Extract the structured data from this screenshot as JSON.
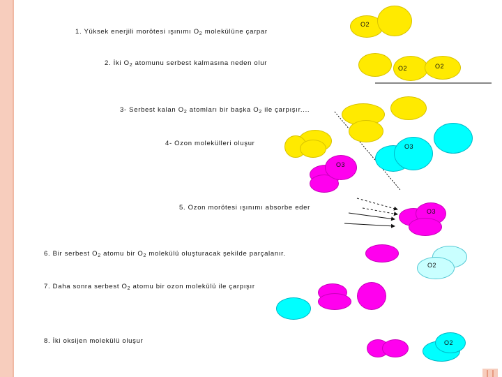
{
  "steps": {
    "s1": "1. Yüksek enerjili morötesi ışınımı O",
    "s1_sub": "2",
    "s1_tail": " molekülüne çarpar",
    "s2": "2. İki O",
    "s2_sub": "2",
    "s2_tail": " atomunu serbest kalmasına neden olur",
    "s3": "3- Serbest kalan O",
    "s3_sub": "2",
    "s3_mid": " atomları bir başka O",
    "s3_sub2": "2",
    "s3_tail": " ile çarpışır....",
    "s4": "4- Ozon molekülleri oluşur",
    "s5": "5. Ozon morötesi ışınımı absorbe eder",
    "s6": "6. Bir serbest O",
    "s6_sub": "2",
    "s6_mid": " atomu bir O",
    "s6_sub2": "2",
    "s6_tail": " molekülü oluşturacak şekilde parçalanır.",
    "s7": "7. Daha sonra serbest O",
    "s7_sub": "2",
    "s7_tail": " atomu bir ozon molekülü ile çarpışır",
    "s8": "8. İki oksijen molekülü oluşur"
  },
  "molecule_labels": {
    "o2_a": "O2",
    "o2_b": "O2",
    "o2_c": "O2",
    "o3_a": "O3",
    "o3_b": "O3",
    "o3_c": "O3",
    "o2_d": "O2",
    "o2_e": "O2"
  },
  "colors": {
    "yellow": "#ffea00",
    "magenta": "#ff00ee",
    "cyan": "#00ffff",
    "light_cyan": "#c9ffff",
    "border": "#f7cdbd"
  }
}
